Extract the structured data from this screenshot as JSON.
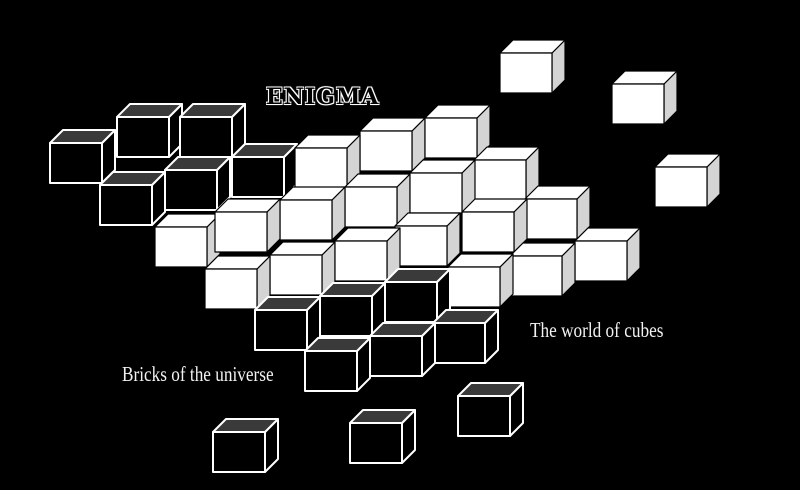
{
  "title": "ENIGMA",
  "captions": {
    "world": "The world of cubes",
    "bricks": "Bricks of the universe"
  },
  "palette": {
    "background": "#000000",
    "solid_front": "#ffffff",
    "solid_top": "#ffffff",
    "solid_side": "#d4d4d4",
    "outline_stroke": "#ffffff",
    "outline_top": "#3a3a3a",
    "outline_face": "#000000"
  },
  "icons": [
    "cube-solid-icon",
    "cube-outline-icon"
  ]
}
